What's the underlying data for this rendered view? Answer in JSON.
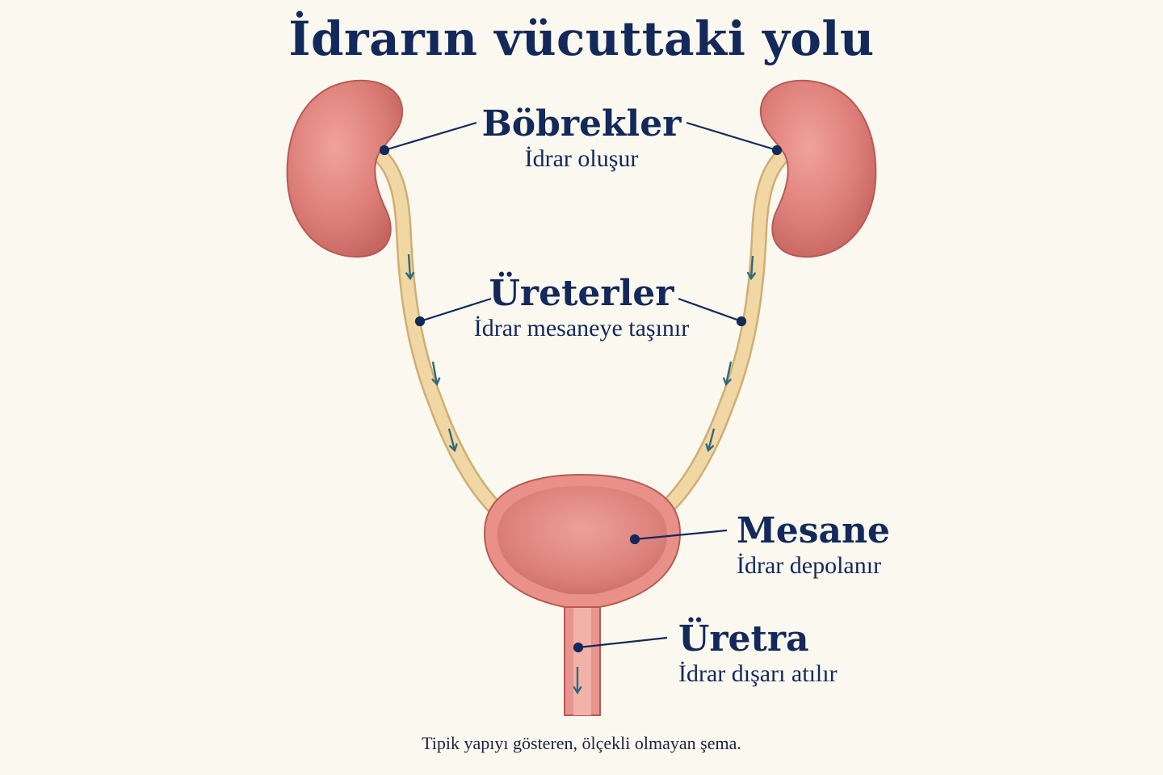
{
  "title": "İdrarın vücuttaki yolu",
  "labels": {
    "kidneys": {
      "name": "Böbrekler",
      "desc": "İdrar oluşur"
    },
    "ureters": {
      "name": "Üreterler",
      "desc": "İdrar mesaneye taşınır"
    },
    "bladder": {
      "name": "Mesane",
      "desc": "İdrar depolanır"
    },
    "urethra": {
      "name": "Üretra",
      "desc": "İdrar dışarı atılır"
    }
  },
  "footnote": "Tipik yapıyı gösteren, ölçekli olmayan şema.",
  "colors": {
    "title": "#13295b",
    "organ": "#dd7e78",
    "organ_outline": "#b65a56",
    "tube": "#f1d7a3",
    "tube_outline": "#cfae74",
    "arrow": "#2d6b7a",
    "leader": "#13295b",
    "background": "#fbf8ef"
  }
}
